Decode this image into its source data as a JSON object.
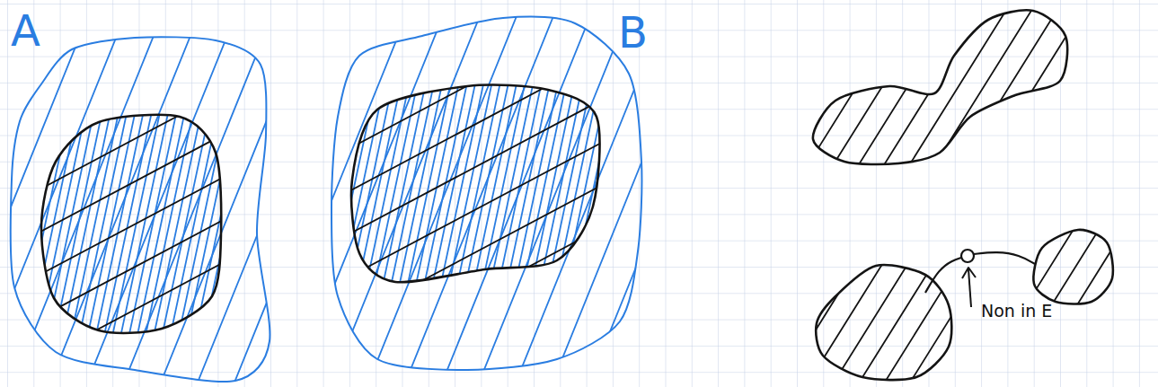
{
  "diagram": {
    "nodes": [
      {
        "text": [
          "A"
        ]
      },
      {
        "text": [
          "B"
        ]
      }
    ],
    "labels": [
      "Non in E"
    ]
  }
}
